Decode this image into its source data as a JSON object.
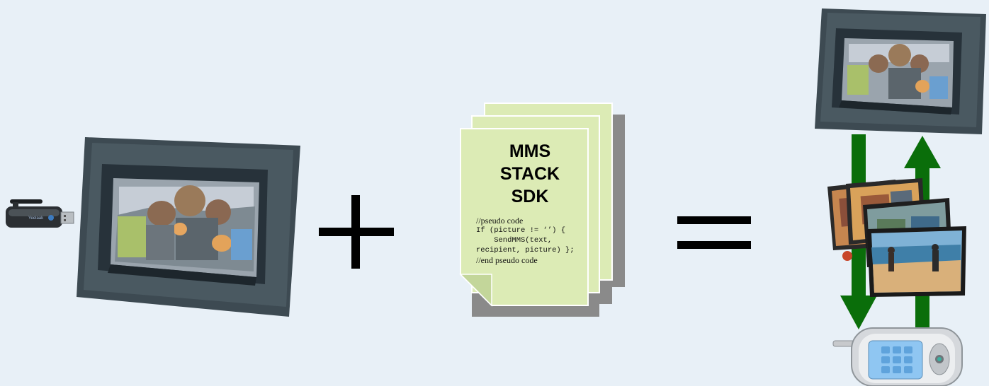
{
  "document": {
    "title_lines": [
      "MMS",
      "STACK",
      "SDK"
    ],
    "code_lines": [
      "//pseudo code",
      "If (picture != ‘’) {",
      "    SendMMS(text,",
      "recipient, picture) };",
      "//end pseudo code"
    ]
  },
  "usb_dongle": {
    "label": "Yeelaak"
  },
  "colors": {
    "background": "#e8f0f7",
    "frame_dark": "#3d4a52",
    "document_fill": "#dcebb5",
    "document_shadow": "#8a8a8a",
    "arrow_green": "#0a6e0a"
  }
}
